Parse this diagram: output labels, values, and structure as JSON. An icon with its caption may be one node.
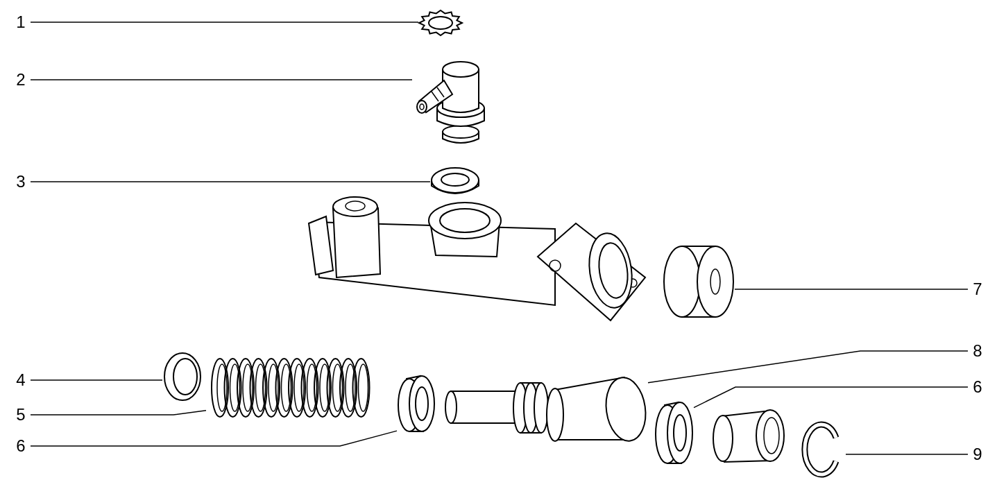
{
  "diagram": {
    "nodes": [
      {
        "text": [
          "1"
        ]
      },
      {
        "text": [
          "2"
        ]
      },
      {
        "text": [
          "3"
        ]
      },
      {
        "text": [
          "7"
        ]
      },
      {
        "text": [
          "8"
        ]
      },
      {
        "text": [
          "4"
        ]
      },
      {
        "text": [
          "6"
        ]
      },
      {
        "text": [
          "5"
        ]
      },
      {
        "text": [
          "6"
        ]
      },
      {
        "text": [
          "9"
        ]
      },
      {
        "text": [],
        "shape": "picture"
      },
      {
        "text": [],
        "shape": "picture"
      },
      {
        "text": [],
        "shape": "picture"
      },
      {
        "text": [],
        "shape": "picture"
      },
      {
        "text": [],
        "shape": "picture"
      },
      {
        "text": [],
        "shape": "picture"
      },
      {
        "text": [],
        "shape": "picture"
      },
      {
        "text": [],
        "shape": "picture"
      },
      {
        "text": [],
        "shape": "picture"
      },
      {
        "text": [],
        "shape": "picture"
      }
    ],
    "edges": [
      {
        "from": 0,
        "to": 10,
        "arrow": "none"
      },
      {
        "from": 1,
        "to": 11,
        "arrow": "none"
      },
      {
        "from": 2,
        "to": 12,
        "arrow": "none"
      },
      {
        "from": 3,
        "to": 13,
        "arrow": "none"
      },
      {
        "from": 4,
        "to": 14,
        "arrow": "none"
      },
      {
        "from": 5,
        "to": 15,
        "arrow": "none"
      },
      {
        "from": 6,
        "to": 16,
        "arrow": "none"
      },
      {
        "from": 7,
        "to": 17,
        "arrow": "none"
      },
      {
        "from": 8,
        "to": 18,
        "arrow": "none"
      },
      {
        "from": 9,
        "to": 19,
        "arrow": "none"
      }
    ]
  }
}
